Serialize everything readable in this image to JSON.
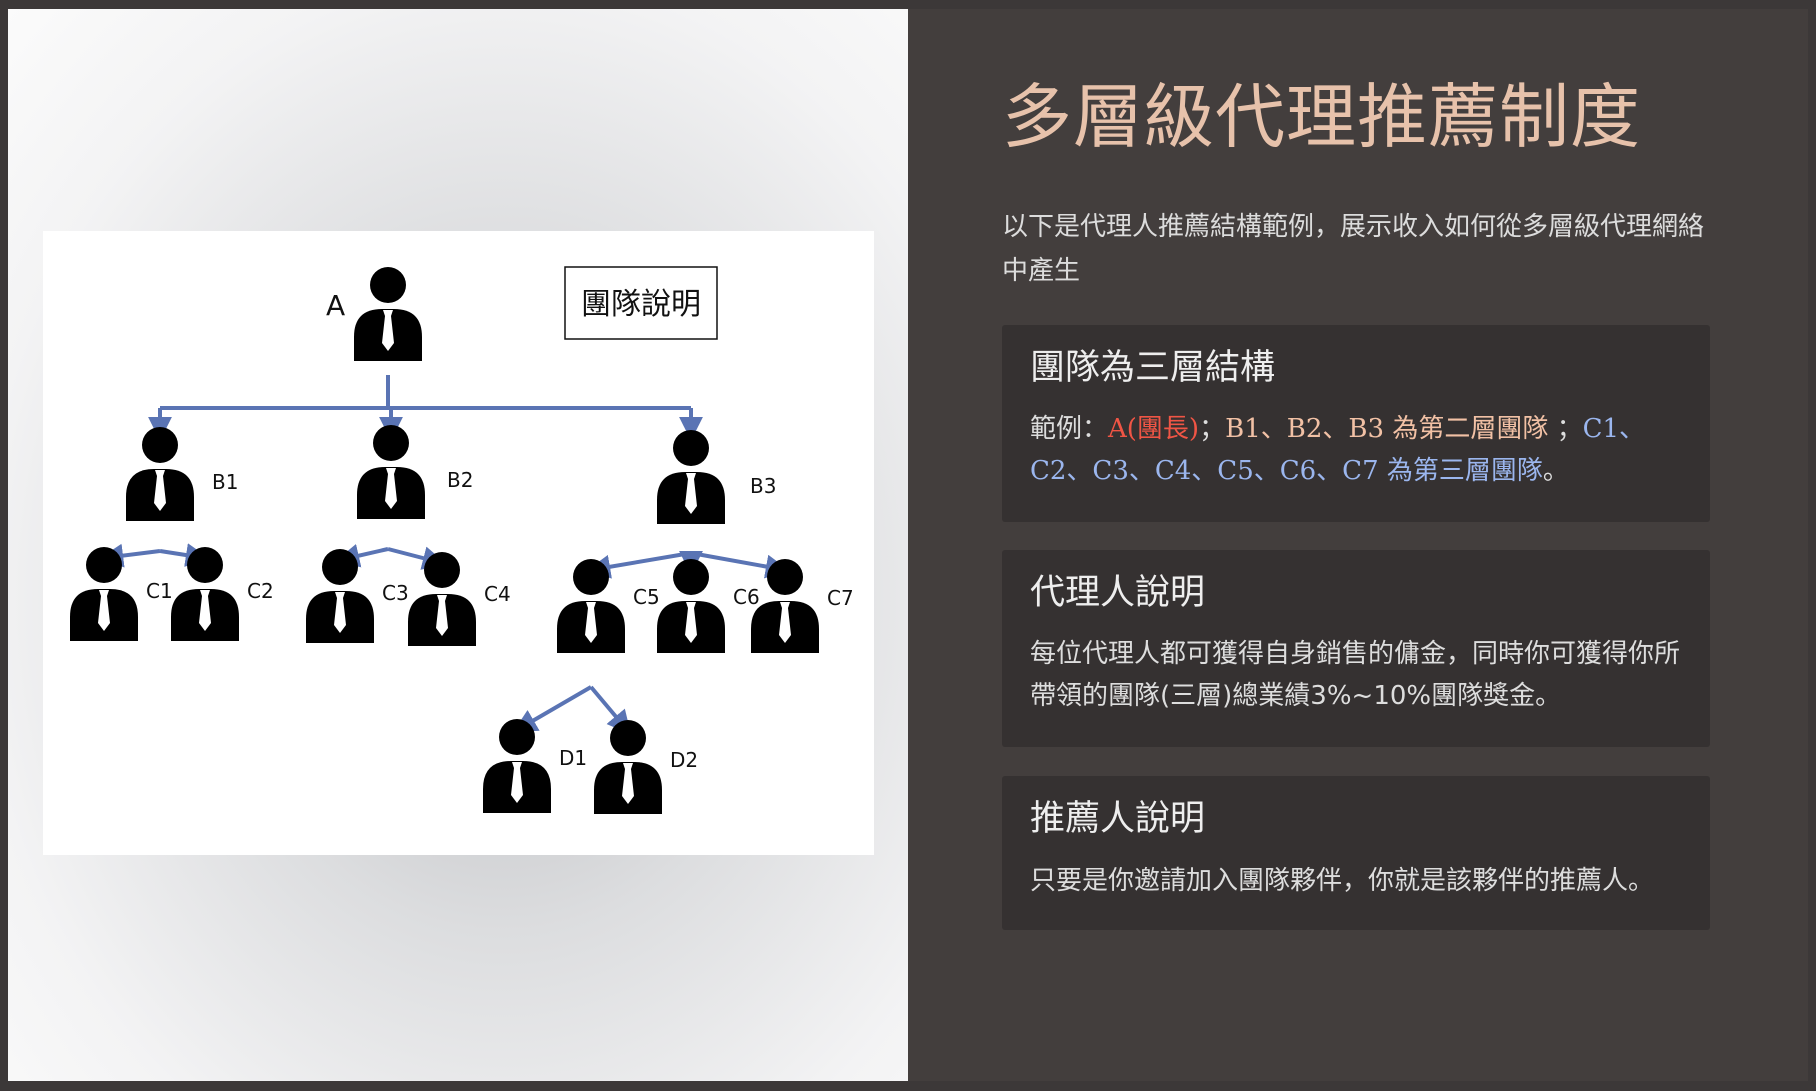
{
  "diagram": {
    "caption": "團隊說明",
    "nodes": [
      {
        "id": "A",
        "label": "A"
      },
      {
        "id": "B1",
        "label": "B1"
      },
      {
        "id": "B2",
        "label": "B2"
      },
      {
        "id": "B3",
        "label": "B3"
      },
      {
        "id": "C1",
        "label": "C1"
      },
      {
        "id": "C2",
        "label": "C2"
      },
      {
        "id": "C3",
        "label": "C3"
      },
      {
        "id": "C4",
        "label": "C4"
      },
      {
        "id": "C5",
        "label": "C5"
      },
      {
        "id": "C6",
        "label": "C6"
      },
      {
        "id": "C7",
        "label": "C7"
      },
      {
        "id": "D1",
        "label": "D1"
      },
      {
        "id": "D2",
        "label": "D2"
      }
    ],
    "edges": [
      [
        "A",
        "B1"
      ],
      [
        "A",
        "B2"
      ],
      [
        "A",
        "B3"
      ],
      [
        "B1",
        "C1"
      ],
      [
        "B1",
        "C2"
      ],
      [
        "B2",
        "C3"
      ],
      [
        "B2",
        "C4"
      ],
      [
        "B3",
        "C5"
      ],
      [
        "B3",
        "C6"
      ],
      [
        "B3",
        "C7"
      ],
      [
        "C5",
        "D1"
      ],
      [
        "C5",
        "D2"
      ]
    ],
    "edge_color": "#5a74b4"
  },
  "page": {
    "title": "多層級代理推薦制度",
    "subtitle": "以下是代理人推薦結構範例，展示收入如何從多層級代理網絡中產生"
  },
  "cards": {
    "structure": {
      "title": "團隊為三層結構",
      "prefix": "範例：",
      "leader": "A(團長)",
      "sep1": "；",
      "tier2": "B1、B2、B3 為第二層團隊",
      "sep2": " ；",
      "tier3": "C1、C2、C3、C4、C5、C6、C7 為第三層團隊",
      "end": "。"
    },
    "agent": {
      "title": "代理人說明",
      "body": "每位代理人都可獲得自身銷售的傭金，同時你可獲得你所帶領的團隊(三層)總業績3%~10%團隊獎金。"
    },
    "referrer": {
      "title": "推薦人說明",
      "body": "只要是你邀請加入團隊夥伴，你就是該夥伴的推薦人。"
    }
  },
  "colors": {
    "title": "#e7c2ab",
    "leader": "#f05545",
    "tier2": "#f2c1a5",
    "tier3": "#9bb6ee"
  }
}
